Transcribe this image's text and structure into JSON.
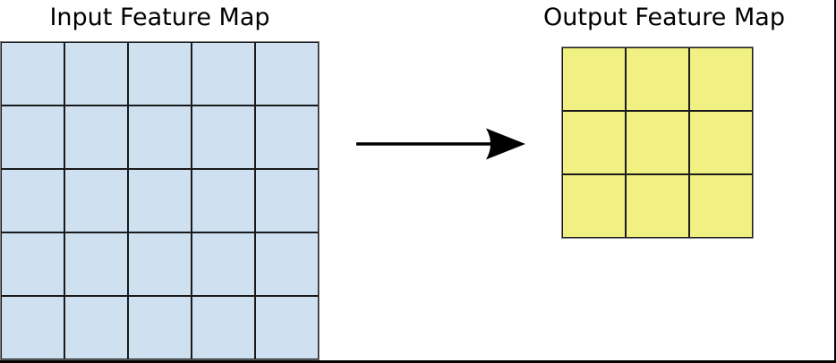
{
  "diagram": {
    "input_map": {
      "title": "Input Feature Map",
      "rows": 5,
      "cols": 5,
      "cell_color": "#cfe0f1",
      "grid_line_color": "#1a1a1a"
    },
    "output_map": {
      "title": "Output Feature Map",
      "rows": 3,
      "cols": 3,
      "cell_color": "#f1f183",
      "grid_line_color": "#1a1a1a"
    },
    "arrow": {
      "direction": "right",
      "color": "#000000"
    },
    "frame_color": "#000000"
  }
}
